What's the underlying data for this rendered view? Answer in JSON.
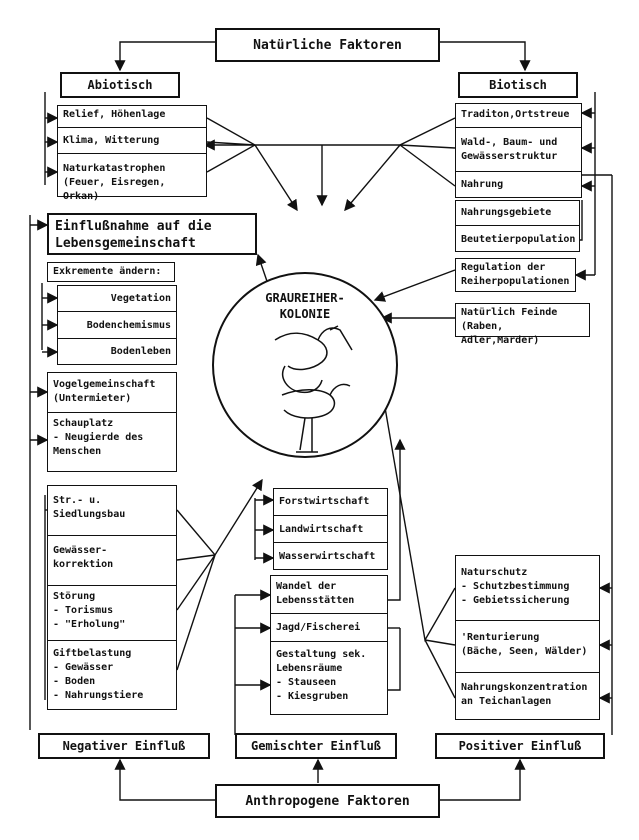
{
  "top": {
    "natural": "Natürliche Faktoren",
    "anthro": "Anthropogene Faktoren"
  },
  "abiotic": {
    "header": "Abiotisch",
    "items": [
      "Relief, Höhenlage",
      "Klima, Witterung",
      "Naturkatastrophen\n(Feuer, Eisregen, Orkan)"
    ]
  },
  "biotic": {
    "header": "Biotisch",
    "items": [
      "Traditon,Ortstreue",
      "Wald-, Baum- und\nGewässerstruktur",
      "Nahrung"
    ],
    "food_items": [
      "Nahrungsgebiete",
      "Beutetierpopulation"
    ],
    "regulation": "Regulation der\nReiherpopulationen",
    "enemies": "Natürlich Feinde\n(Raben, Adler,Marder)"
  },
  "influence": {
    "title": "Einflußnahme auf die\nLebensgemeinschaft",
    "excrements_header": "Exkremente ändern:",
    "excrements": [
      "Vegetation",
      "Bodenchemismus",
      "Bodenleben"
    ],
    "bird_community": "Vogelgemeinschaft\n(Untermieter)",
    "spectacle": "Schauplatz\n- Neugierde des\n  Menschen"
  },
  "center": {
    "label": "GRAUREIHER-\nKOLONIE"
  },
  "negative": {
    "items": [
      "Str.- u.\nSiedlungsbau",
      "Gewässer-\nkorrektion",
      "Störung\n- Torismus\n- \"Erholung\"",
      "Giftbelastung\n- Gewässer\n- Boden\n- Nahrungstiere"
    ],
    "label": "Negativer Einfluß"
  },
  "mixed": {
    "sectors": [
      "Forstwirtschaft",
      "Landwirtschaft",
      "Wasserwirtschaft"
    ],
    "items": [
      "Wandel der\nLebensstätten",
      "Jagd/Fischerei",
      "Gestaltung sek.\nLebensräume\n- Stauseen\n- Kiesgruben"
    ],
    "label": "Gemischter Einfluß"
  },
  "positive": {
    "items": [
      "Naturschutz\n- Schutzbestimmung\n- Gebietssicherung",
      "'Renturierung\n(Bäche, Seen, Wälder)",
      "Nahrungskonzentration\nan Teichanlagen"
    ],
    "label": "Positiver Einfluß"
  }
}
